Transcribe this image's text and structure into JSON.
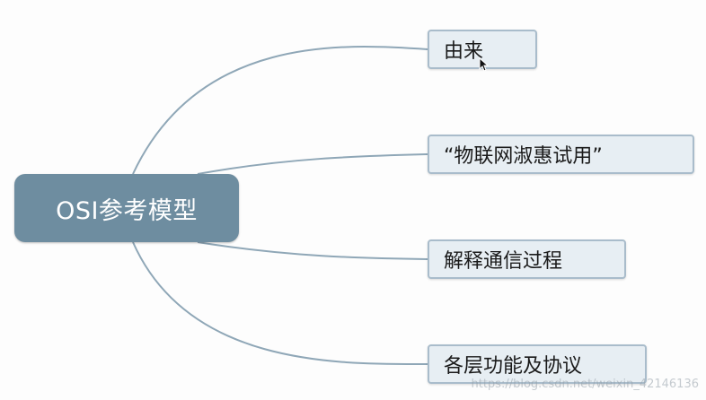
{
  "root": {
    "label": "OSI参考模型"
  },
  "children": [
    {
      "label": "由来"
    },
    {
      "label": "“物联网淑惠试用”"
    },
    {
      "label": "解释通信过程"
    },
    {
      "label": "各层功能及协议"
    }
  ],
  "watermark": "https://blog.csdn.net/weixin_42146136",
  "colors": {
    "root_fill": "#6e8da0",
    "child_fill": "#e7eef3",
    "child_border": "#a9bccb",
    "connector": "#8fa7b7"
  }
}
